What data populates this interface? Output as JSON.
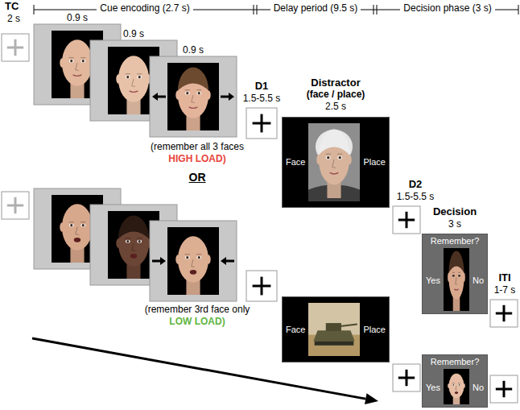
{
  "diagram": {
    "nodes": [
      {
        "text": [
          "Face",
          "Place"
        ]
      },
      {
        "text": [
          "Remember?",
          "Yes",
          "No"
        ]
      },
      {
        "text": [
          "Face",
          "Place"
        ]
      },
      {
        "text": [
          "Remember?",
          "Yes",
          "No"
        ]
      }
    ],
    "labels": [
      "TC",
      "2 s",
      "Cue encoding (2.7 s)",
      "Delay period (9.5 s)",
      "Decision phase (3 s)",
      "0.9 s",
      "0.9 s",
      "0.9 s",
      "D1",
      "1.5-5.5 s",
      "Distractor",
      "(face / place)",
      "2.5 s",
      "D2",
      "1.5-5.5 s",
      "Decision",
      "3 s",
      "(remember all 3 faces",
      "HIGH LOAD)",
      "ITI",
      "1-7 s",
      "OR",
      "(remember 3rd face only",
      "LOW LOAD)"
    ]
  }
}
